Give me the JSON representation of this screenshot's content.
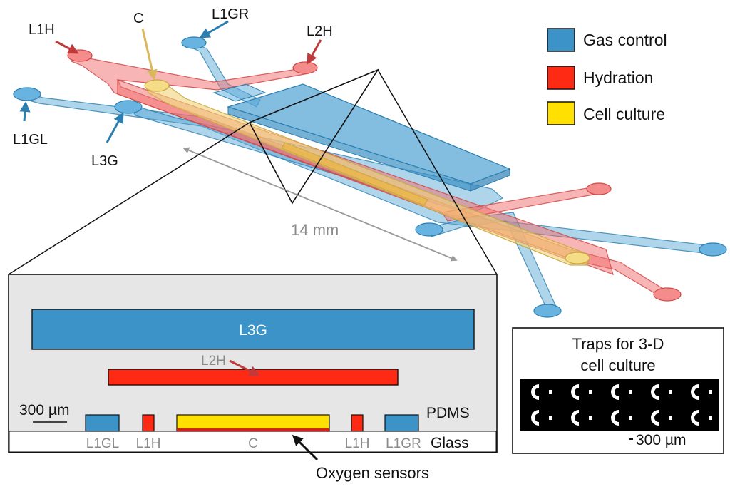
{
  "colors": {
    "gas": "#3b93c8",
    "hydration": "#ff2a14",
    "culture": "#ffe000",
    "red_channel": "#f26b6b",
    "blue_channel": "#4ea1d3",
    "yellow_channel": "#e8d070",
    "cross_section_bg": "#e6e6e6"
  },
  "legend": {
    "gas": "Gas control",
    "hydration": "Hydration",
    "culture": "Cell culture"
  },
  "device": {
    "labels": {
      "l1h": "L1H",
      "c": "C",
      "l1gr": "L1GR",
      "l2h": "L2H",
      "l1gl": "L1GL",
      "l3g": "L3G"
    },
    "length": "14 mm"
  },
  "cross_section": {
    "l3g": "L3G",
    "l2h": "L2H",
    "scale_bar": "300 µm",
    "pdms": "PDMS",
    "glass": "Glass",
    "bottom_labels": {
      "l1gl": "L1GL",
      "l1h_left": "L1H",
      "c": "C",
      "l1h_right": "L1H",
      "l1gr": "L1GR"
    },
    "oxygen": "Oxygen sensors"
  },
  "traps": {
    "title_line1": "Traps for 3-D",
    "title_line2": "cell culture",
    "scale_bar": "300 µm"
  }
}
